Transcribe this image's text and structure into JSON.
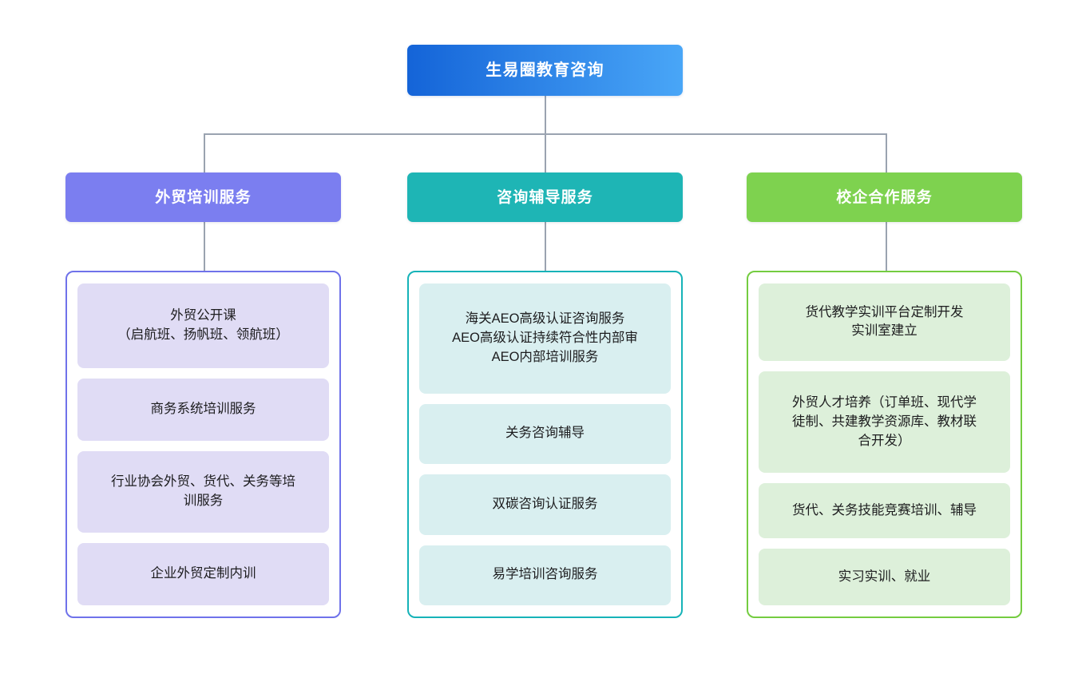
{
  "diagram": {
    "type": "organization-chart",
    "background_color": "#ffffff",
    "connector_color": "#9aa3b0",
    "root": {
      "label": "生易圈教育咨询",
      "gradient_from": "#1464d8",
      "gradient_to": "#49a6f7",
      "text_color": "#ffffff"
    },
    "branches": [
      {
        "key": "training",
        "header_label": "外贸培训服务",
        "header_color": "#7b7ef0",
        "border_color": "#6f72ea",
        "card_color": "#e0dcf5",
        "text_color": "#1d1d1f",
        "items": [
          {
            "text": "外贸公开课\n（启航班、扬帆班、领航班）"
          },
          {
            "text": "商务系统培训服务"
          },
          {
            "text": "行业协会外贸、货代、关务等培\n训服务"
          },
          {
            "text": "企业外贸定制内训"
          }
        ]
      },
      {
        "key": "consulting",
        "header_label": "咨询辅导服务",
        "header_color": "#1eb5b5",
        "border_color": "#16b3b8",
        "card_color": "#d9eff0",
        "text_color": "#1d1d1f",
        "items": [
          {
            "text": "海关AEO高级认证咨询服务\nAEO高级认证持续符合性内部审\nAEO内部培训服务"
          },
          {
            "text": "关务咨询辅导"
          },
          {
            "text": "双碳咨询认证服务"
          },
          {
            "text": "易学培训咨询服务"
          }
        ]
      },
      {
        "key": "school-enterprise",
        "header_label": "校企合作服务",
        "header_color": "#7ed24f",
        "border_color": "#74cc40",
        "card_color": "#ddf0da",
        "text_color": "#1d1d1f",
        "items": [
          {
            "text": "货代教学实训平台定制开发\n实训室建立"
          },
          {
            "text": "外贸人才培养（订单班、现代学\n徒制、共建教学资源库、教材联\n合开发）"
          },
          {
            "text": "货代、关务技能竞赛培训、辅导"
          },
          {
            "text": "实习实训、就业"
          }
        ]
      }
    ]
  }
}
